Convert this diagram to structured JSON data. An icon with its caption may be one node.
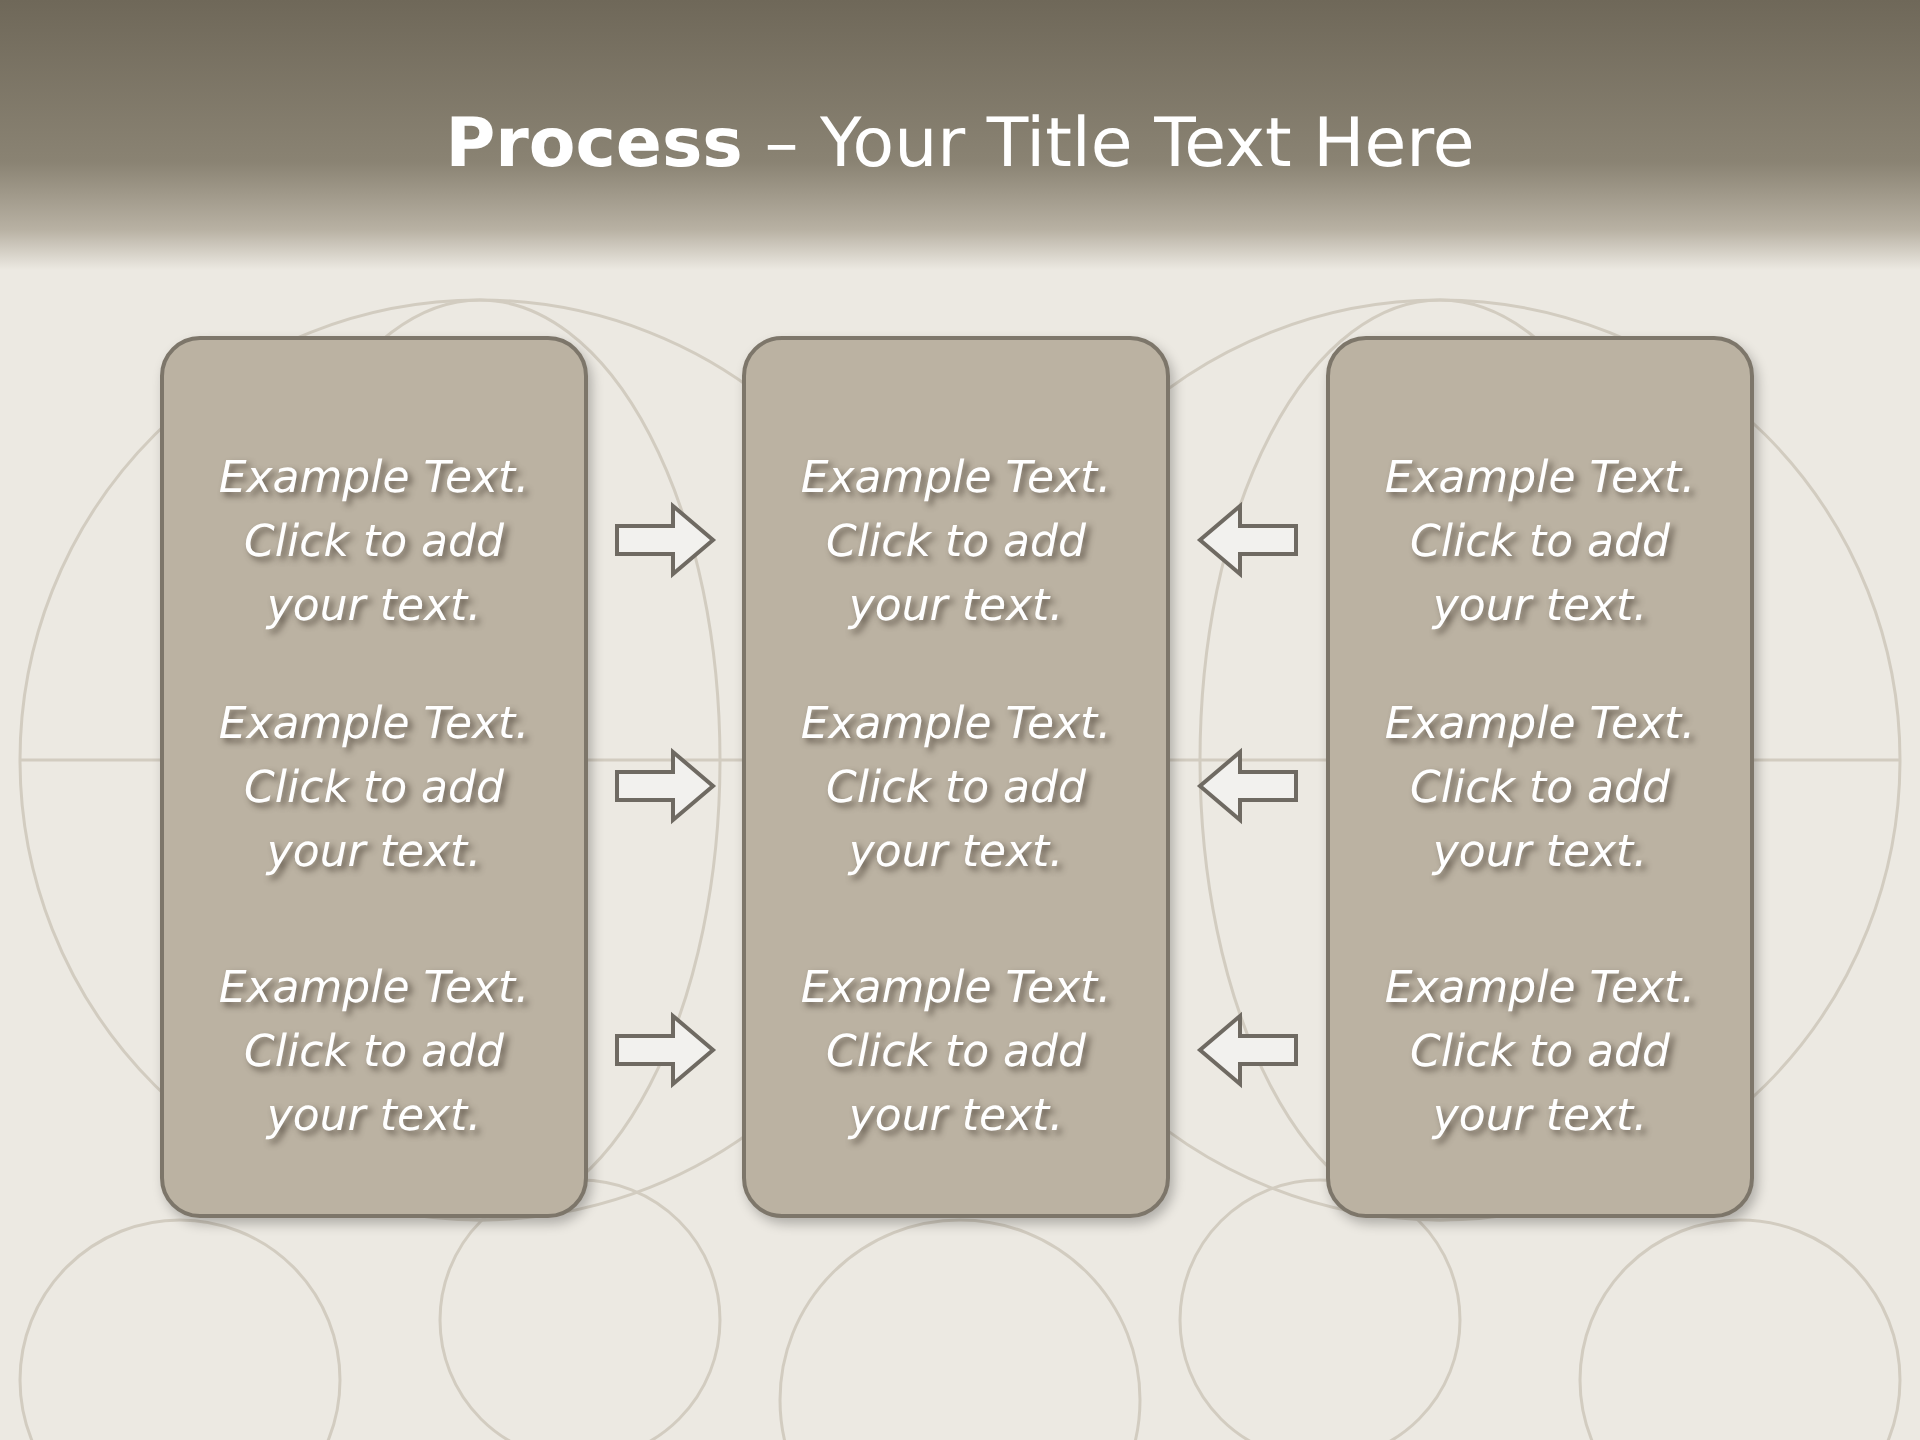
{
  "diagram": {
    "title": "**Process** – Your Title Text Here",
    "nodes": [
      {
        "text": [
          "Example Text. Click to add your text.",
          "Example Text. Click to add your text.",
          "Example Text. Click to add your text."
        ]
      },
      {
        "text": [
          "Example Text. Click to add your text.",
          "Example Text. Click to add your text.",
          "Example Text. Click to add your text."
        ]
      },
      {
        "text": [
          "Example Text. Click to add your text.",
          "Example Text. Click to add your text.",
          "Example Text. Click to add your text."
        ]
      }
    ],
    "edges": [
      {
        "from": 0,
        "to": 1,
        "arrow": "to"
      },
      {
        "from": 0,
        "to": 1,
        "arrow": "to"
      },
      {
        "from": 0,
        "to": 1,
        "arrow": "to"
      },
      {
        "from": 2,
        "to": 1,
        "arrow": "to"
      },
      {
        "from": 2,
        "to": 1,
        "arrow": "to"
      },
      {
        "from": 2,
        "to": 1,
        "arrow": "to"
      }
    ]
  }
}
